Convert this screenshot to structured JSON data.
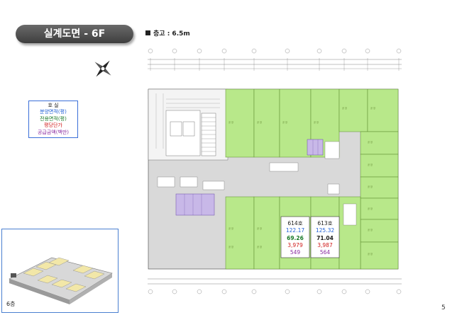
{
  "header": {
    "title": "실계도면 - 6F",
    "floor_height": "층고 : 6.5m"
  },
  "legend": {
    "items": [
      {
        "text": "호  실",
        "color": "#1a1a1a"
      },
      {
        "text": "분양면적(평)",
        "color": "#1f5fd6"
      },
      {
        "text": "전용면적(평)",
        "color": "#1a7a2a"
      },
      {
        "text": "평당단가",
        "color": "#d01a1a"
      },
      {
        "text": "공급금액(백만)",
        "color": "#8a2aa0"
      }
    ]
  },
  "callouts": [
    {
      "unit": "614호",
      "area": "122.17",
      "exclusive": "69.26",
      "price": "3,979",
      "amount": "549"
    },
    {
      "unit": "613호",
      "area": "125.32",
      "exclusive": "71.04",
      "price": "3,987",
      "amount": "564"
    }
  ],
  "plan": {
    "unit_tag": "공 장"
  },
  "inset": {
    "label": "6층"
  },
  "page_number": "5",
  "colors": {
    "unit_fill": "#b8e88a",
    "core_fill": "#c8b8e8",
    "corridor_fill": "#d9d9d9",
    "area_blue": "#1f5fd6",
    "exclusive_green": "#1a7a2a",
    "price_red": "#d01a1a",
    "amount_purple": "#8a2aa0"
  }
}
